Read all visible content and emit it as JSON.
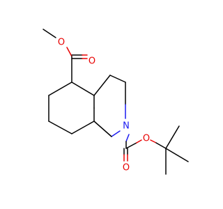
{
  "molecule": {
    "atoms": {
      "o_methoxy": "O",
      "o_ester_carbonyl": "O",
      "n_ring": "N",
      "o_boc_ether": "O",
      "o_boc_carbonyl": "O"
    }
  },
  "colors": {
    "carbon_bond": "#000000",
    "oxygen": "#e80000",
    "nitrogen": "#1a1af0",
    "background": "#ffffff"
  }
}
